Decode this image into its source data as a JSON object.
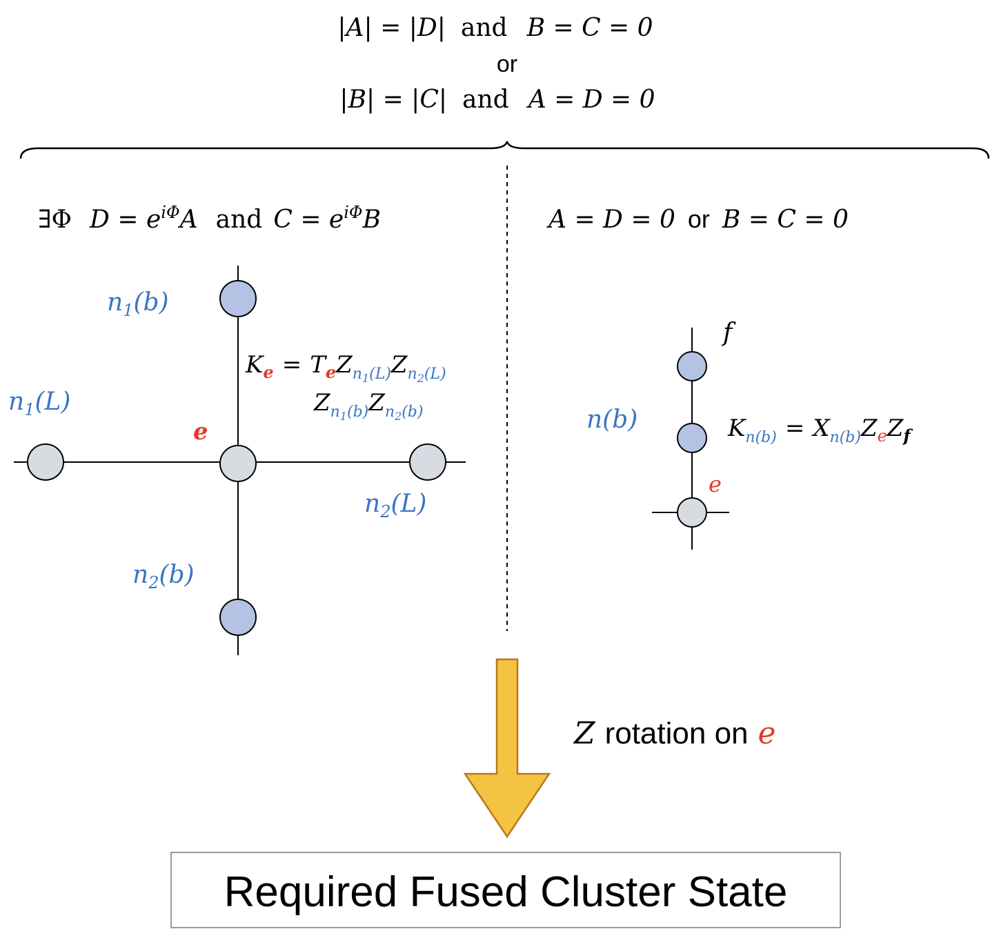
{
  "colors": {
    "node_dark": "#b4c3e3",
    "node_light": "#d8dce2",
    "node_stroke": "#000000",
    "label_blue": "#3b74c2",
    "label_red": "#e23a28",
    "arrow_fill": "#f5c342",
    "arrow_stroke": "#b8781e",
    "box_stroke": "#999999"
  },
  "header": {
    "line1": {
      "a": "|A| = |D|",
      "and": "and",
      "b": "B = C = 0"
    },
    "or": "or",
    "line2": {
      "a": "|B| = |C|",
      "and": "and",
      "b": "A = D = 0"
    }
  },
  "left": {
    "condition": {
      "exists": "∃Φ",
      "eq1": "D = e",
      "sup": "iΦ",
      "eq1_end": "A",
      "and": "and",
      "eq2": "C = e",
      "eq2_end": "B"
    },
    "labels": {
      "n1b": "n",
      "n1b_sub": "1",
      "n1b_arg": "(b)",
      "n1L": "n",
      "n1L_sub": "1",
      "n1L_arg": "(L)",
      "n2L": "n",
      "n2L_sub": "2",
      "n2L_arg": "(L)",
      "n2b": "n",
      "n2b_sub": "2",
      "n2b_arg": "(b)",
      "e": "e"
    },
    "stabilizer": {
      "K": "K",
      "K_sub": "e",
      "eq": "=",
      "T": "T",
      "T_sub": "e",
      "Z": "Z",
      "n": "n",
      "t1": "1",
      "t2": "2",
      "L": "(L)",
      "b": "(b)"
    }
  },
  "right": {
    "condition": {
      "a": "A = D = 0",
      "or": "or",
      "b": "B = C = 0"
    },
    "labels": {
      "f": "f",
      "nb": "n(b)",
      "e": "e"
    },
    "stabilizer": {
      "K": "K",
      "K_sub": "n(b)",
      "eq": "=",
      "X": "X",
      "X_sub": "n(b)",
      "Z": "Z",
      "Ze_sub": "e",
      "Zf_sub": "f"
    }
  },
  "arrow_caption": {
    "z": "Z",
    "text": "rotation on",
    "e": "e"
  },
  "result_box": {
    "text": "Required Fused Cluster State"
  }
}
